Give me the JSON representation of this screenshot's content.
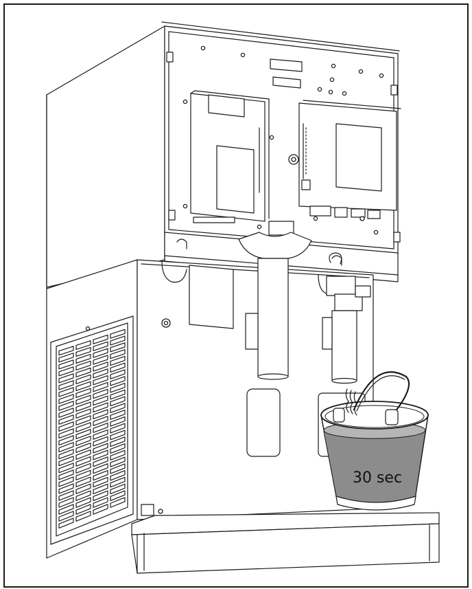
{
  "figure": {
    "bucket_label": "30 sec",
    "colors": {
      "line": "#1a1a1a",
      "background": "#ffffff",
      "water": "#8c8c8c",
      "water_surface": "#b5b5b5"
    },
    "icons": [
      "frame-border",
      "dispenser-machine",
      "control-box-left",
      "control-box-right",
      "front-grille",
      "drip-tray",
      "dispensing-tube",
      "water-valve",
      "bucket-icon",
      "water-stream"
    ]
  }
}
